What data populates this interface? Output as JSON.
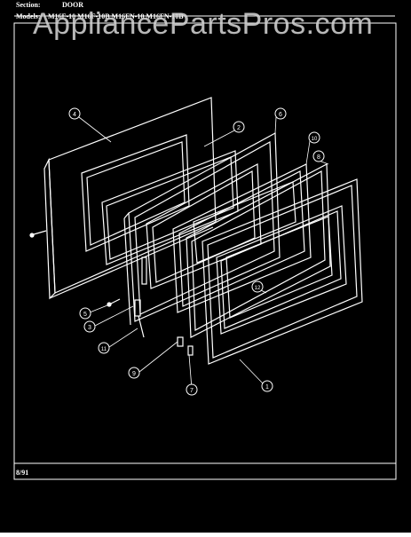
{
  "header": {
    "section_label": "Section:",
    "section_value": "DOOR",
    "models_label": "Models:",
    "models_value": "M16F-10   M16F-10B   M16FN-10   M16FN-10B"
  },
  "watermark": "AppliancePartsPros.com",
  "footer": {
    "date": "8/91"
  },
  "callouts": [
    "4",
    "2",
    "6",
    "10",
    "8",
    "5",
    "3",
    "11",
    "9",
    "7",
    "1",
    "12"
  ],
  "colors": {
    "page_bg": "#000000",
    "line": "#ffffff"
  }
}
